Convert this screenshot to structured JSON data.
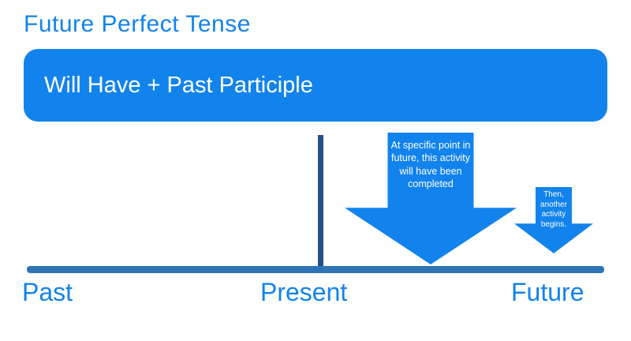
{
  "colors": {
    "accent": "#1283ec",
    "bar": "#2e74b5",
    "tick": "#28517f"
  },
  "title": "Future Perfect Tense",
  "formula_box": {
    "text": "Will Have + Past Participle"
  },
  "arrows": {
    "main": {
      "text": "At specific point in future, this activity will have been completed"
    },
    "secondary": {
      "text": "Then, another activity begins."
    }
  },
  "timeline": {
    "labels": {
      "past": "Past",
      "present": "Present",
      "future": "Future"
    }
  }
}
